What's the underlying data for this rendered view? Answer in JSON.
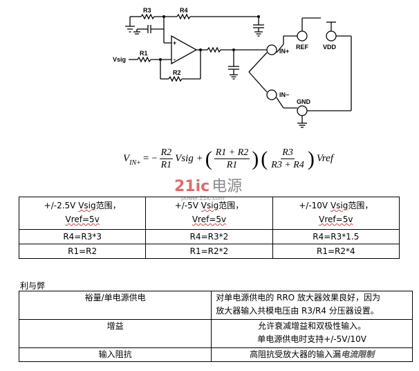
{
  "circuit": {
    "resistors": [
      "R3",
      "R4",
      "R1",
      "R2"
    ],
    "input_label": "Vsig",
    "amp_plus": "+",
    "amp_minus": "-",
    "pins": [
      "IN+",
      "IN−",
      "REF",
      "VDD",
      "GND"
    ]
  },
  "formula": {
    "lhs": "V",
    "lhs_sub": "IN+",
    "eq": "= −",
    "f1_num": "R2",
    "f1_den": "R1",
    "term1": "Vsig +",
    "f2_num": "R1 + R2",
    "f2_den": "R1",
    "f3_num": "R3",
    "f3_den": "R3 + R4",
    "term2": "Vref"
  },
  "watermark": {
    "logo": "21ic",
    "logo_cn": "电源",
    "url": "power.21ic.com"
  },
  "range_table": {
    "headers": [
      {
        "prefix": "+/-2.5V ",
        "vsig": "Vsig",
        "suffix": "范围，",
        "vref": "Vref=5v"
      },
      {
        "prefix": "+/-5V ",
        "vsig": "Vsig",
        "suffix": "范围，",
        "vref": "Vref=5v"
      },
      {
        "prefix": "+/-10V ",
        "vsig": "Vsig",
        "suffix": "范围，",
        "vref": "Vref=5v"
      }
    ],
    "row_r4": [
      "R4=R3*3",
      "R4=R3*2",
      "R4=R3*1.5"
    ],
    "row_r1": [
      "R1=R2",
      "R1=R2*2",
      "R1=R2*4"
    ]
  },
  "pros_cons": {
    "title": "利与弊",
    "rows": [
      {
        "label": "裕量/单电源供电",
        "line1": "对单电源供电的 RRO 放大器效果良好，因为",
        "line2": "放大器输入共模电压由 R3/R4 分压器设置。"
      },
      {
        "label": "增益",
        "line1": "允许衰减增益和双极性输入。",
        "line2": "单电源供电时支持+/-5V/10V"
      },
      {
        "label": "输入阻抗",
        "line1": "高阻抗受放大器的输入漏",
        "stamp": "电流限制"
      }
    ]
  }
}
